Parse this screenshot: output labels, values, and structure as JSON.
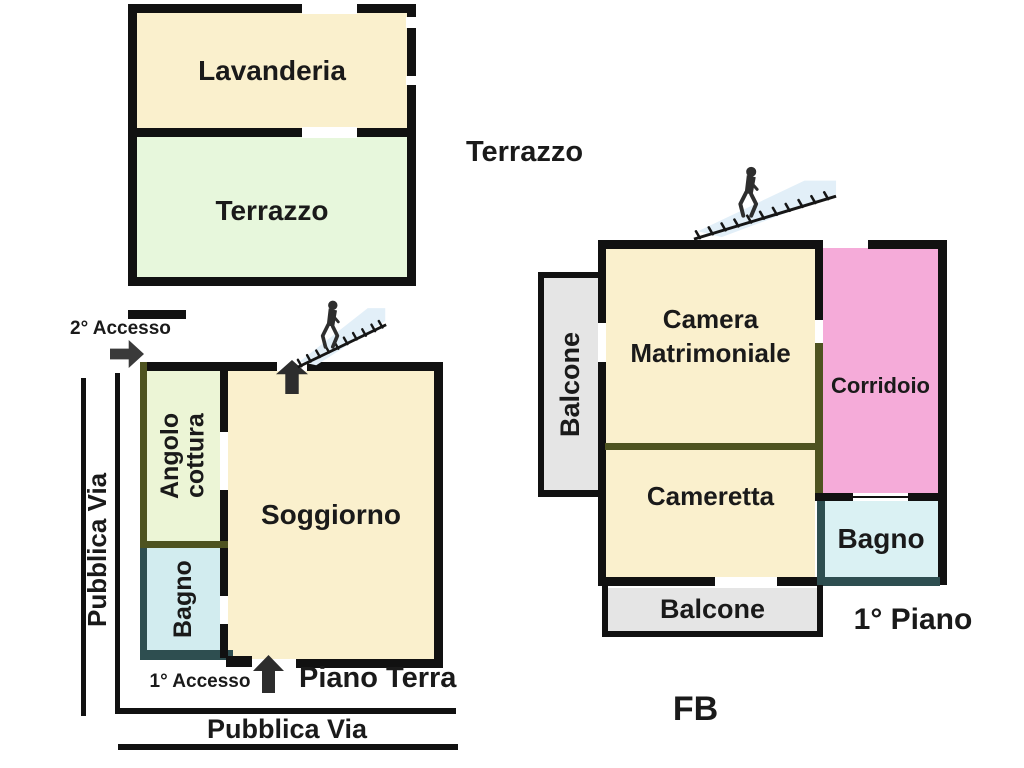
{
  "palette": {
    "wall": "#111111",
    "olive_wall": "#4e5320",
    "teal_wall": "#2e4e50",
    "cream": "#faf0cd",
    "terrace_green": "#e7f7dc",
    "kitchen_green": "#ecf5d6",
    "bath_cyan": "#d2ecef",
    "bath_cyan_light": "#daf1f3",
    "corridor_pink": "#f5abd9",
    "balcony_gray": "#e5e5e5",
    "stairs_blue": "#e2eff8",
    "text": "#1a1a1a"
  },
  "roof_plan": {
    "lavanderia_label": "Lavanderia",
    "terrazzo_room_label": "Terrazzo",
    "terrazzo_side_label": "Terrazzo"
  },
  "ground_floor": {
    "title": "Piano Terra",
    "angolo_cottura_label": "Angolo cottura",
    "soggiorno_label": "Soggiorno",
    "bagno_label": "Bagno",
    "access2_label": "2° Accesso",
    "access1_label": "1° Accesso",
    "street_left_label": "Pubblica Via",
    "street_bottom_label": "Pubblica Via"
  },
  "first_floor": {
    "title": "1° Piano",
    "camera_label": "Camera Matrimoniale",
    "cameretta_label": "Cameretta",
    "corridoio_label": "Corridoio",
    "bagno_label": "Bagno",
    "balcone_left_label": "Balcone",
    "balcone_bottom_label": "Balcone"
  },
  "footer": {
    "fb_label": "FB"
  },
  "icons": {
    "stairs": "stairs-icon",
    "person": "person-icon",
    "up_arrow": "up-arrow-icon",
    "right_arrow": "right-arrow-icon"
  }
}
